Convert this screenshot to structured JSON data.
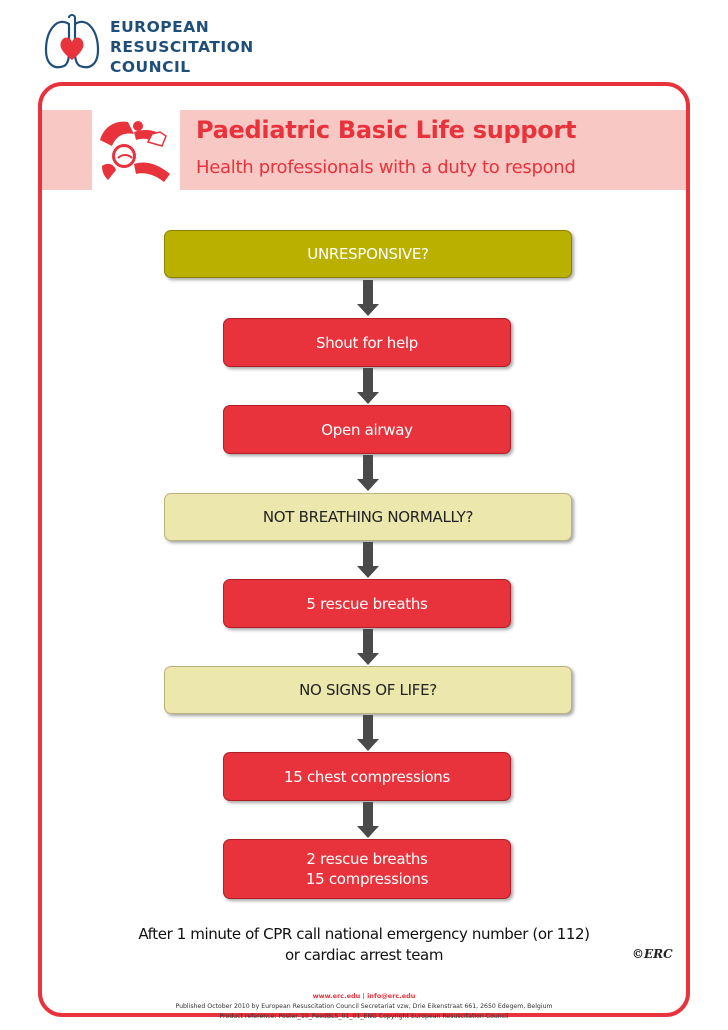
{
  "logo": {
    "lines": [
      "EUROPEAN",
      "RESUSCITATION",
      "COUNCIL"
    ],
    "icon": "lungs-heart-logo-icon",
    "color": "#1f4e79"
  },
  "title": {
    "main": "Paediatric Basic Life support",
    "subtitle": "Health professionals with a duty to respond",
    "icon": "infant-rescue-breath-icon",
    "accent": "#e8323c",
    "band_color": "#f7c8c4"
  },
  "flow": [
    {
      "text": "UNRESPONSIVE?",
      "kind": "decision-primary",
      "color": "#b9b000"
    },
    {
      "text": "Shout for help",
      "kind": "action",
      "color": "#e8323c"
    },
    {
      "text": "Open airway",
      "kind": "action",
      "color": "#e8323c"
    },
    {
      "text": "NOT BREATHING NORMALLY?",
      "kind": "decision",
      "color": "#ebe7ad"
    },
    {
      "text": "5 rescue breaths",
      "kind": "action",
      "color": "#e8323c"
    },
    {
      "text": "NO SIGNS OF LIFE?",
      "kind": "decision",
      "color": "#ebe7ad"
    },
    {
      "text": "15 chest compressions",
      "kind": "action",
      "color": "#e8323c"
    },
    {
      "text_line1": "2 rescue breaths",
      "text_line2": "15 compressions",
      "kind": "action",
      "color": "#e8323c"
    }
  ],
  "footer": {
    "after_line1": "After 1 minute of CPR call national emergency number (or 112)",
    "after_line2": "or cardiac arrest team",
    "erc_mark": "©ERC",
    "links": "www.erc.edu | info@erc.edu",
    "published": "Published October 2010 by European Resuscitation Council Secretariat vzw, Drie Eikenstraat 661, 2650 Edegem, Belgium",
    "reference": "Product reference: Poster_10_PaedBLS_01_01_ENG Copyright European Resuscitation Council"
  }
}
